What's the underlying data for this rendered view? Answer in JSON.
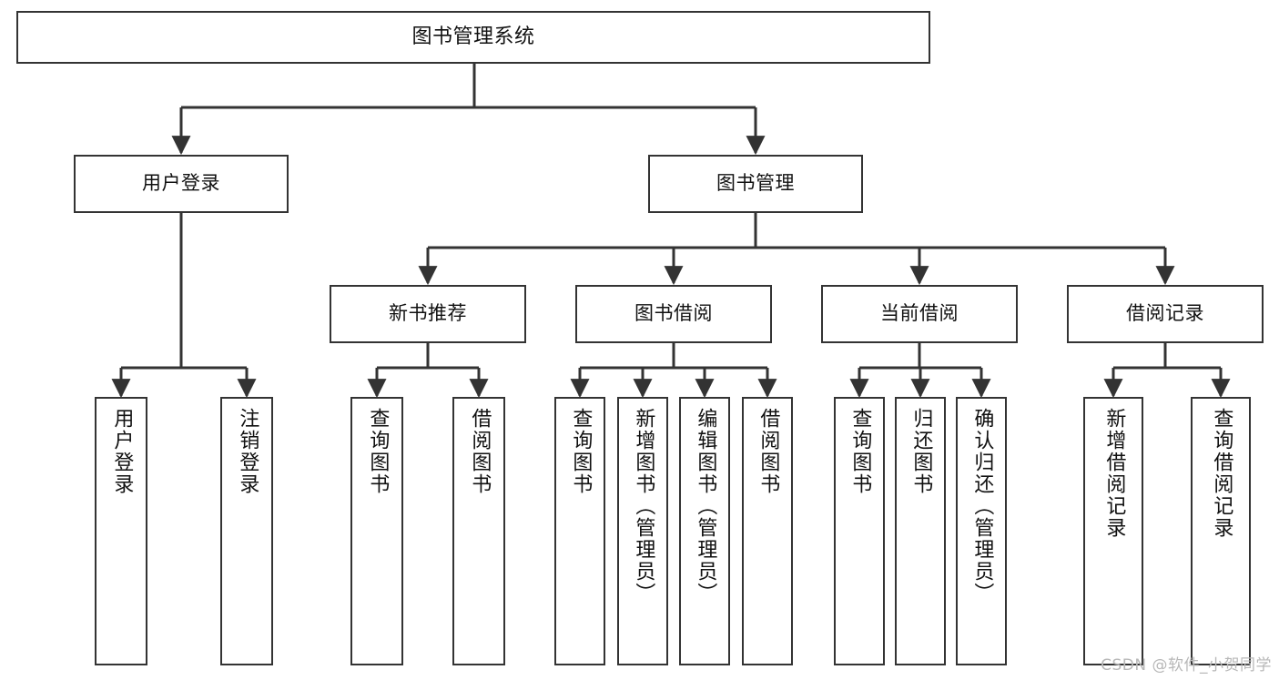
{
  "diagram": {
    "title": "图书管理系统",
    "type": "tree-hierarchy-diagram",
    "root": {
      "id": "root",
      "label": "图书管理系统"
    },
    "level2": [
      {
        "id": "user-login",
        "label": "用户登录"
      },
      {
        "id": "book-management",
        "label": "图书管理"
      }
    ],
    "level3": [
      {
        "id": "new-book-recommend",
        "label": "新书推荐"
      },
      {
        "id": "book-borrow",
        "label": "图书借阅"
      },
      {
        "id": "current-borrow",
        "label": "当前借阅"
      },
      {
        "id": "borrow-record",
        "label": "借阅记录"
      }
    ],
    "leaves": {
      "user_login": [
        {
          "id": "leaf-user-login",
          "label": "用户登录"
        },
        {
          "id": "leaf-logout-login",
          "label": "注销登录"
        }
      ],
      "new_book_recommend": [
        {
          "id": "leaf-query-book-1",
          "label": "查询图书"
        },
        {
          "id": "leaf-borrow-book-1",
          "label": "借阅图书"
        }
      ],
      "book_borrow": [
        {
          "id": "leaf-query-book-2",
          "label": "查询图书"
        },
        {
          "id": "leaf-add-book",
          "label": "新增图书（管理员）"
        },
        {
          "id": "leaf-edit-book",
          "label": "编辑图书（管理员）"
        },
        {
          "id": "leaf-borrow-book-2",
          "label": "借阅图书"
        }
      ],
      "current_borrow": [
        {
          "id": "leaf-query-book-3",
          "label": "查询图书"
        },
        {
          "id": "leaf-return-book",
          "label": "归还图书"
        },
        {
          "id": "leaf-confirm-return",
          "label": "确认归还（管理员）"
        }
      ],
      "borrow_record": [
        {
          "id": "leaf-add-borrow-record",
          "label": "新增借阅记录"
        },
        {
          "id": "leaf-query-borrow-record",
          "label": "查询借阅记录"
        }
      ]
    },
    "colors": {
      "box_border": "#333333",
      "box_fill": "#ffffff",
      "edge": "#333333",
      "text": "#111111",
      "watermark": "#b8b8b8"
    }
  },
  "watermark": {
    "text": "CSDN @软件_小贺同学"
  }
}
